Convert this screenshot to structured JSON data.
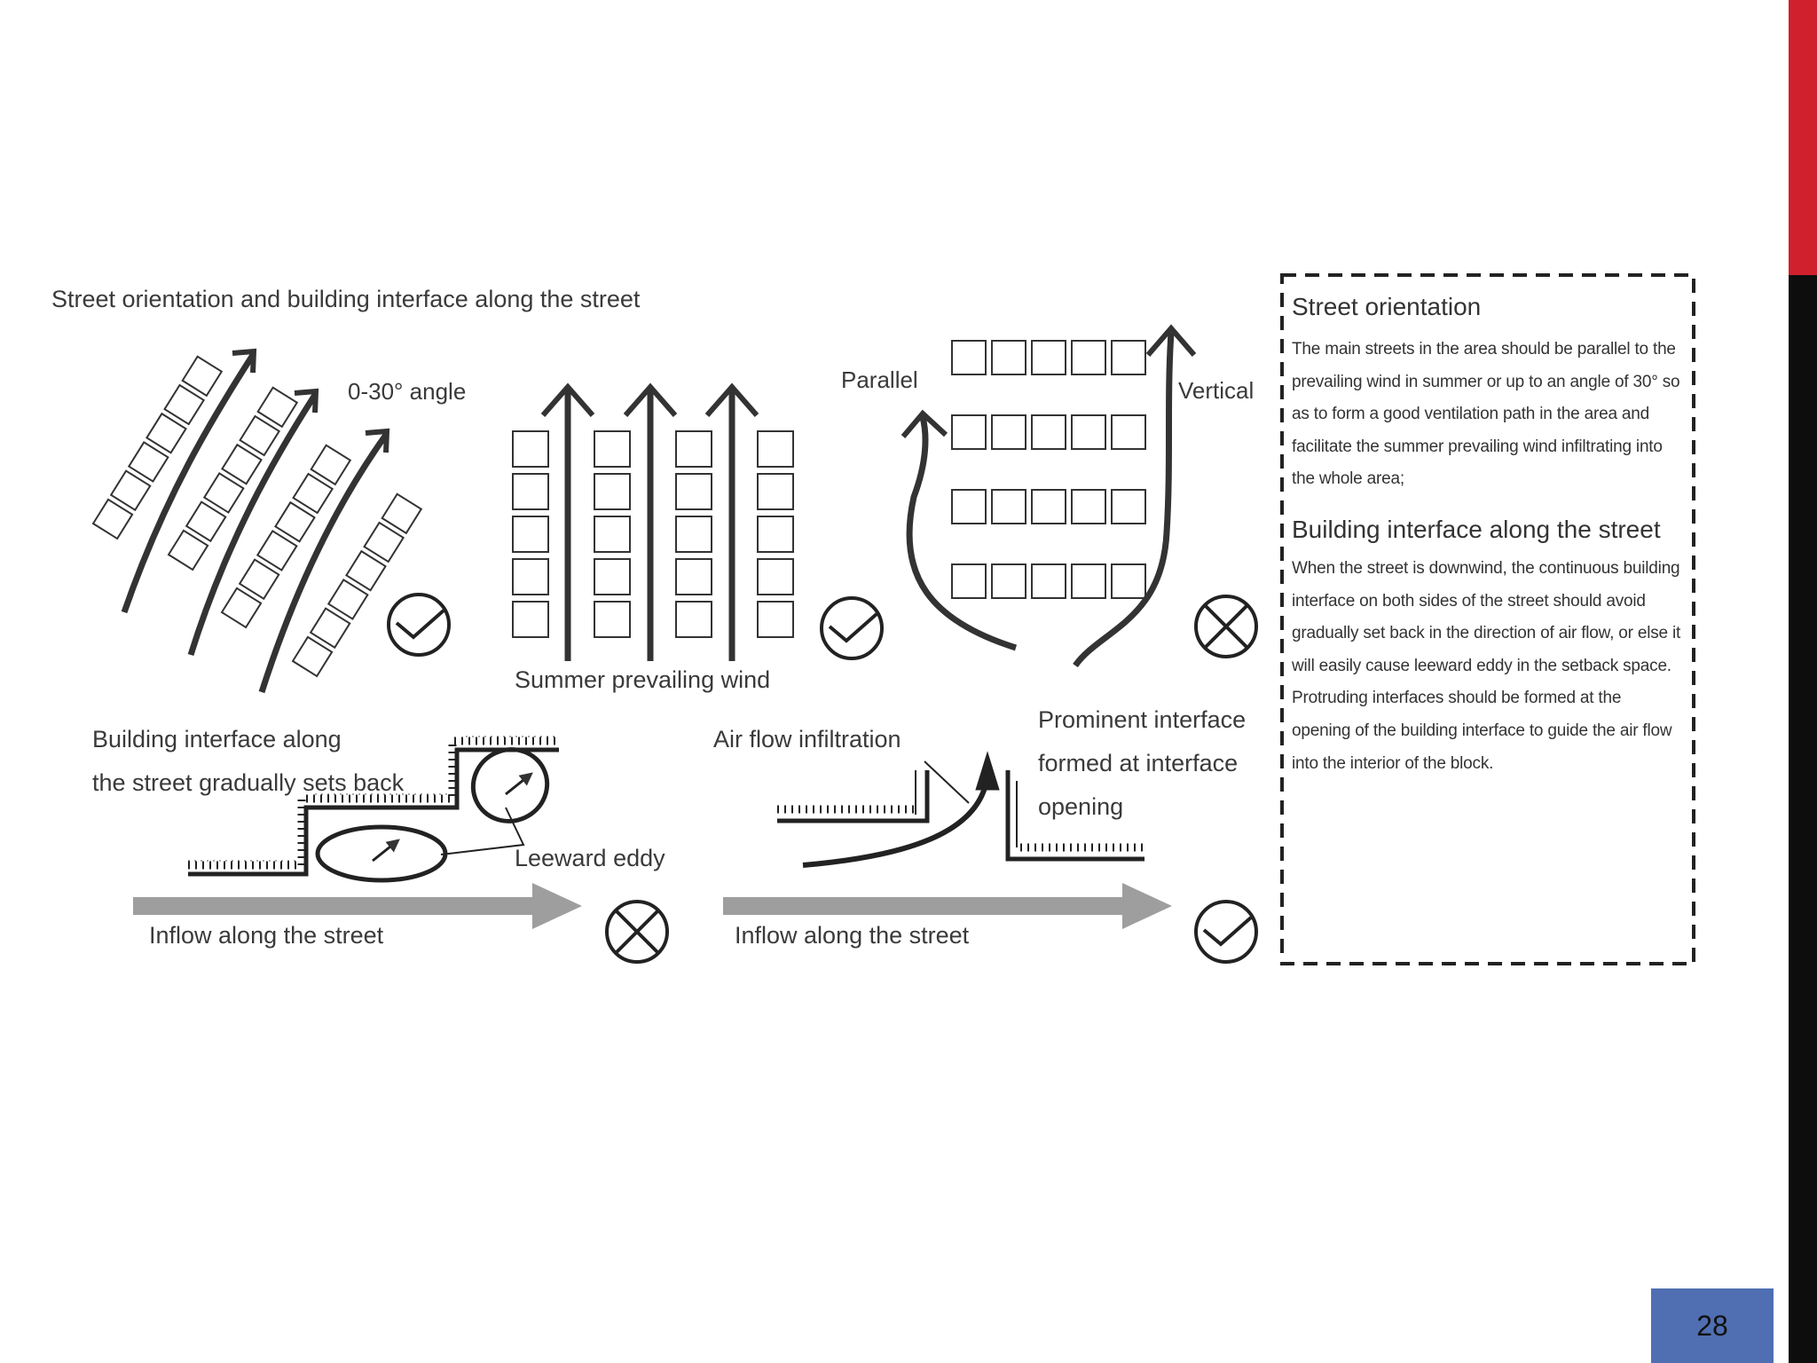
{
  "figure": {
    "title": "Street orientation and building interface along the street",
    "labels": {
      "angle": "0-30°  angle",
      "summer_wind": "Summer prevailing wind",
      "parallel": "Parallel",
      "vertical": "Vertical",
      "setback_line1": "Building interface along",
      "setback_line2": "the street gradually sets back",
      "leeward_eddy": "Leeward eddy",
      "inflow_left": "Inflow along the street",
      "air_flow": "Air flow infiltration",
      "prominent_line1": "Prominent interface",
      "prominent_line2": "formed at interface",
      "prominent_line3": "opening",
      "inflow_right": "Inflow along the street"
    },
    "marks": {
      "p1": "check",
      "p2": "check",
      "p3": "cross",
      "p4": "cross",
      "p5": "check"
    }
  },
  "panel": {
    "heading1": "Street orientation",
    "text1": "The main streets in the area should be parallel to the prevailing wind in summer or up to an angle of 30°  so as to form a good ventilation path in the area and facilitate the summer prevailing wind infiltrating into the whole area;",
    "heading2": "Building interface along the street",
    "text2": "When the street is downwind, the continuous building interface on both sides of the street should avoid gradually set back in the direction of air flow, or else it will easily cause leeward eddy in the setback space. Protruding interfaces should be formed at the opening of the building interface to guide the air flow into the interior of the block."
  },
  "slide": {
    "page_number": "28",
    "accent_red": "#d0202e",
    "accent_blue": "#4f6fb2"
  }
}
